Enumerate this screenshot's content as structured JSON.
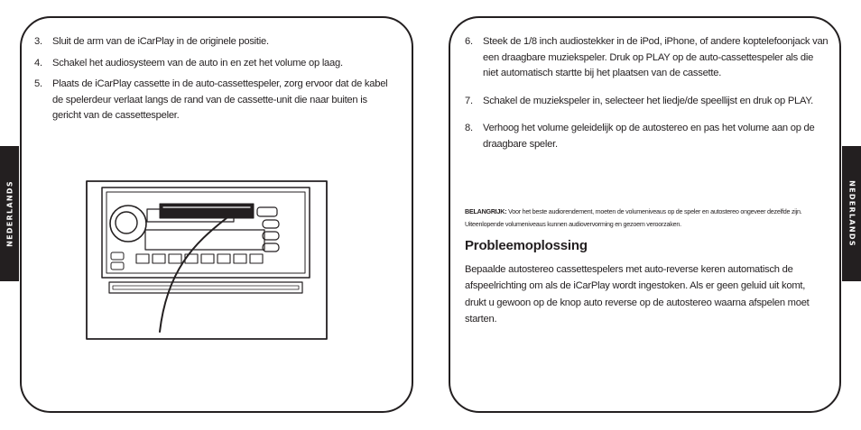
{
  "side_tabs": {
    "left": "NEDERLANDS",
    "right": "NEDERLANDS"
  },
  "left_panel": {
    "steps": [
      {
        "num": "3.",
        "text": "Sluit de arm van de iCarPlay in de originele positie."
      },
      {
        "num": "4.",
        "text": "Schakel het audiosysteem van de auto in en zet het volume op laag."
      },
      {
        "num": "5.",
        "text": "Plaats de iCarPlay cassette in de auto-cassettespeler, zorg ervoor dat de kabel de spelerdeur verlaat langs de rand van de cassette-unit die naar buiten is gericht van de cassettespeler."
      }
    ],
    "illustration": {
      "icon": "car-cassette-player-illustration"
    }
  },
  "right_panel": {
    "steps": [
      {
        "num": "6.",
        "text": "Steek de 1/8 inch audiostekker in de iPod, iPhone, of andere koptelefoonjack van een draagbare muziekspeler. Druk op PLAY op de auto-cassettespeler als die niet automatisch startte bij het plaatsen van de cassette."
      },
      {
        "num": "7.",
        "text": "Schakel de muziekspeler in, selecteer het liedje/de speellijst en druk op PLAY."
      },
      {
        "num": "8.",
        "text": "Verhoog het volume geleidelijk op de autostereo en pas het volume aan op de draagbare speler."
      }
    ],
    "important_label": "BELANGRIJK:",
    "important_text": " Voor het beste audiorendement, moeten de volumeniveaus op de speler en autostereo ongeveer dezelfde zijn. Uiteenlopende volumeniveaus kunnen audiovervorming en gezoem veroorzaken.",
    "troubleshooting_title": "Probleemoplossing",
    "troubleshooting_text": "Bepaalde autostereo cassettespelers met auto-reverse keren automatisch de afspeelrichting om als de iCarPlay wordt ingestoken. Als er geen geluid uit komt, drukt u gewoon op de knop auto reverse op de autostereo waarna afspelen moet starten."
  },
  "colors": {
    "ink": "#231f20",
    "paper": "#ffffff"
  }
}
